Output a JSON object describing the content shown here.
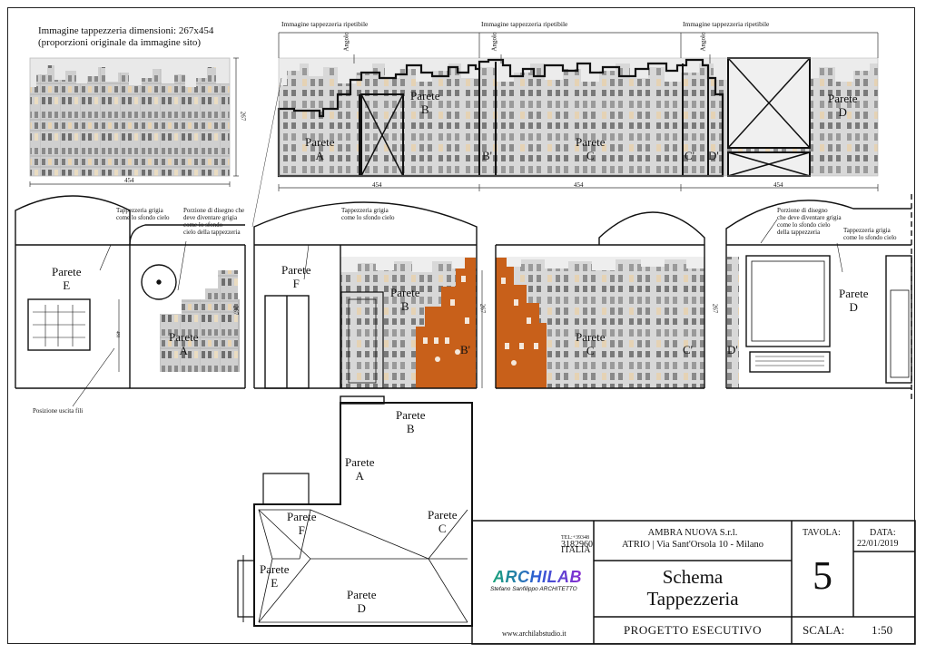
{
  "header": {
    "dim_line1": "Immagine tappezzeria dimensioni: 267x454",
    "dim_line2": "(proporzioni originale da immagine sito)",
    "ref_dim_vertical": "267",
    "ref_dim_horizontal": "454",
    "repeat_labels": [
      "Immagine tappezzeria ripetibile",
      "Immagine tappezzeria ripetibile",
      "Immagine tappezzeria ripetibile"
    ],
    "angolo": "Angolo",
    "strip_dims": [
      "454",
      "454",
      "454"
    ]
  },
  "strip_walls": [
    {
      "name": "Parete",
      "letter": "A"
    },
    {
      "name": "Parete",
      "letter": "B"
    },
    {
      "name": "Parete",
      "letter": "C"
    },
    {
      "name": "Parete",
      "letter": "D"
    },
    {
      "letter": "B'"
    },
    {
      "letter": "C'"
    },
    {
      "letter": "D'"
    }
  ],
  "elevations": {
    "left": {
      "wall_e": {
        "name": "Parete",
        "letter": "E"
      },
      "wall_a": {
        "name": "Parete",
        "letter": "A"
      },
      "note_grey": "Tappezzeria grigia\ncome lo sfondo cielo",
      "note_portion": "Porzione di disegno che\ndeve diventare grigia\ncome lo sfondo\ncielo della tappezzeria",
      "note_wires": "Posizione uscita fili",
      "dim": "267",
      "dim_small": "480"
    },
    "center": {
      "wall_f": {
        "name": "Parete",
        "letter": "F"
      },
      "wall_b": {
        "name": "Parete",
        "letter": "B"
      },
      "b_prime": "B'",
      "note_grey": "Tappezzeria grigia\ncome lo sfondo cielo",
      "dim": "267"
    },
    "right_center": {
      "wall_c": {
        "name": "Parete",
        "letter": "C"
      },
      "c_prime": "C'"
    },
    "right": {
      "wall_d": {
        "name": "Parete",
        "letter": "D"
      },
      "d_prime": "D'",
      "note_portion": "Porzione di disegno\nche deve diventare grigia\ncome lo sfondo cielo\ndella tappezzeria",
      "note_grey": "Tappezzeria grigia\ncome lo sfondo cielo",
      "dim": "267"
    }
  },
  "plan": {
    "walls": [
      {
        "name": "Parete",
        "letter": "B"
      },
      {
        "name": "Parete",
        "letter": "A"
      },
      {
        "name": "Parete",
        "letter": "F"
      },
      {
        "name": "Parete",
        "letter": "C"
      },
      {
        "name": "Parete",
        "letter": "E"
      },
      {
        "name": "Parete",
        "letter": "D"
      }
    ]
  },
  "title_block": {
    "stamp_lines": [
      "3182960",
      "ITALIA"
    ],
    "stamp_small": [
      "TEL:+39348"
    ],
    "logo": "ARCHILAB",
    "logo_sub": "Stefano Sanfilippo ARCHITETTO",
    "website": "www.archilabstudio.it",
    "client": "AMBRA NUOVA S.r.l.",
    "address": "ATRIO | Via Sant'Orsola 10 - Milano",
    "title_line1": "Schema",
    "title_line2": "Tappezzeria",
    "phase": "PROGETTO ESECUTIVO",
    "tavola_label": "TAVOLA:",
    "tavola_value": "5",
    "date_label": "DATA:",
    "date_value": "22/01/2019",
    "scale_label": "SCALA:",
    "scale_value": "1:50"
  },
  "colors": {
    "ink": "#222222",
    "sky": "#e6e6e6",
    "building": "#c9c9c9",
    "accent": "#c8601a",
    "logo_a": "#1aa37a",
    "logo_b": "#2e5bd6",
    "logo_c": "#8a2dd0"
  }
}
